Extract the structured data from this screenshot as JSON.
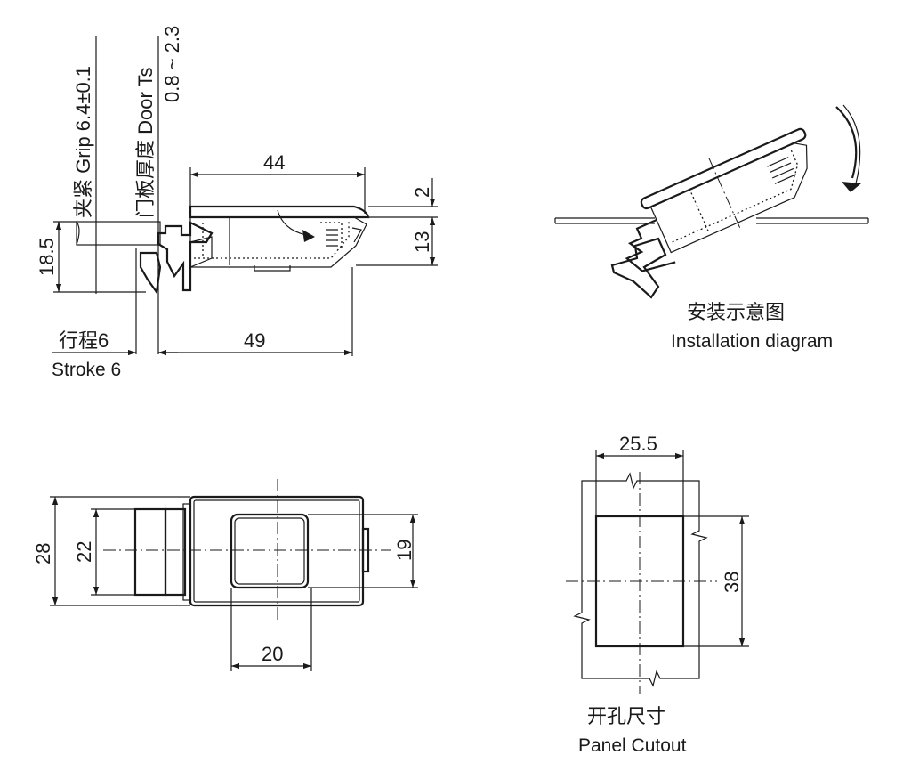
{
  "side_view": {
    "grip_label": "夹紧 Grip 6.4±0.1",
    "door_label": "门板厚度 Door Ts",
    "door_range": "0.8 ~ 2.3",
    "dim_width": "44",
    "dim_top": "2",
    "dim_body": "13",
    "dim_height": "18.5",
    "dim_length": "49",
    "stroke_cn": "行程6",
    "stroke_en": "Stroke 6"
  },
  "installation": {
    "title_cn": "安装示意图",
    "title_en": "Installation diagram"
  },
  "top_view": {
    "dim_outer": "28",
    "dim_inner": "22",
    "dim_button_h": "19",
    "dim_button_w": "20"
  },
  "cutout": {
    "dim_width": "25.5",
    "dim_height": "38",
    "title_cn": "开孔尺寸",
    "title_en": "Panel Cutout"
  },
  "colors": {
    "line": "#1a1a1a",
    "background": "#ffffff"
  }
}
